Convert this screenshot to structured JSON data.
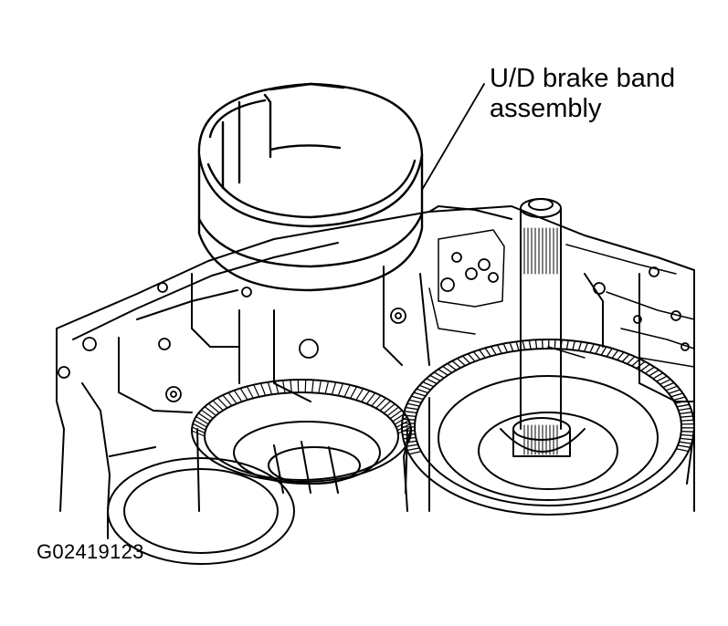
{
  "callout": {
    "line1": "U/D brake band",
    "line2": "assembly"
  },
  "figure_id": "G02419123",
  "colors": {
    "ink": "#000000",
    "paper": "#ffffff"
  }
}
